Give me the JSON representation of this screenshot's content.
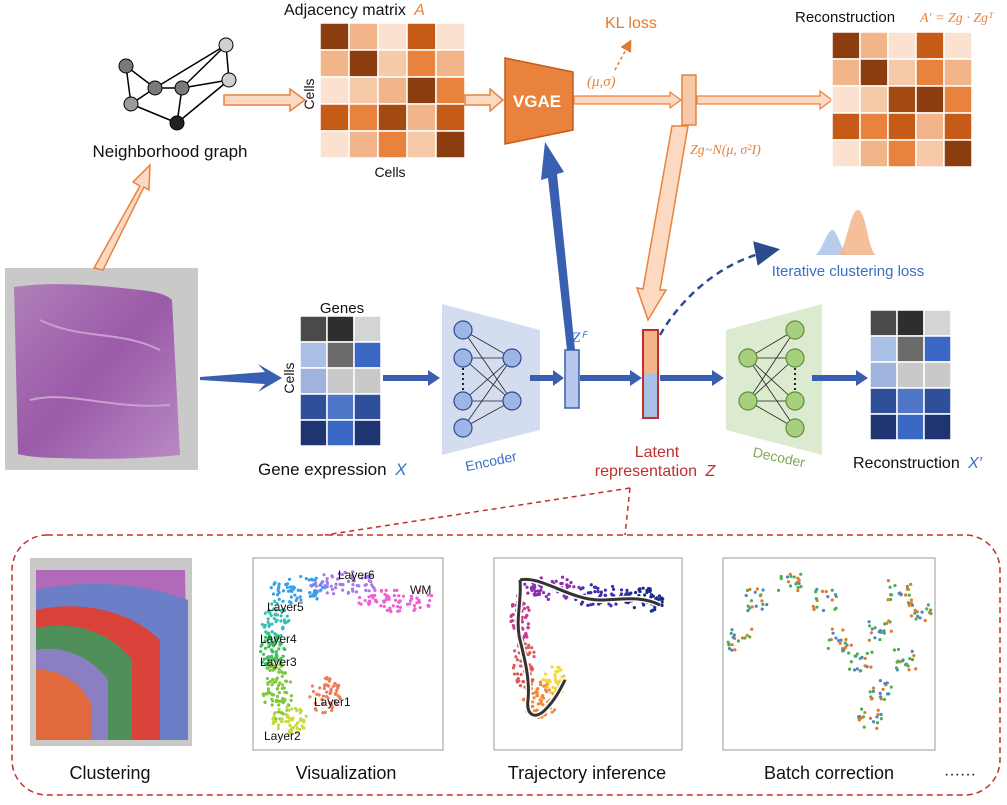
{
  "top": {
    "adjacency_label": "Adjacency matrix",
    "adjacency_symbol": "A",
    "cells_vertical": "Cells",
    "cells_horizontal": "Cells",
    "neighborhood_label": "Neighborhood graph",
    "vgae_label": "VGAE",
    "kl_loss_label": "KL loss",
    "mu_sigma_label": "(μ,σ)",
    "zg_distribution": "Zɡ~N(μ, σ²I)",
    "reconstruction_label": "Reconstruction",
    "reconstruction_formula": "A′ = Zɡ · Zɡᵀ"
  },
  "middle": {
    "genes_label": "Genes",
    "cells_vertical": "Cells",
    "gene_expression_label": "Gene expression",
    "gene_expression_symbol": "X",
    "encoder_label": "Encoder",
    "zf_label": "Zꟳ",
    "latent_label_line1": "Latent",
    "latent_label_line2": "representation",
    "latent_symbol": "Z",
    "decoder_label": "Decoder",
    "reconstruction_label": "Reconstruction",
    "reconstruction_symbol": "X′",
    "iterative_loss_label": "Iterative clustering loss"
  },
  "applications": {
    "items": [
      {
        "label": "Clustering"
      },
      {
        "label": "Visualization"
      },
      {
        "label": "Trajectory inference"
      },
      {
        "label": "Batch correction"
      }
    ],
    "ellipsis": "······",
    "visualization_layers": [
      "Layer6",
      "WM",
      "Layer5",
      "Layer4",
      "Layer3",
      "Layer1",
      "Layer2"
    ]
  },
  "colors": {
    "orange": "#e9823d",
    "orange_dark": "#c65a17",
    "blue": "#3a5fb0",
    "blue_text": "#3a6fc4",
    "red": "#c0302a",
    "green_text": "#7fa84f",
    "kl_orange": "#e07a2e"
  }
}
